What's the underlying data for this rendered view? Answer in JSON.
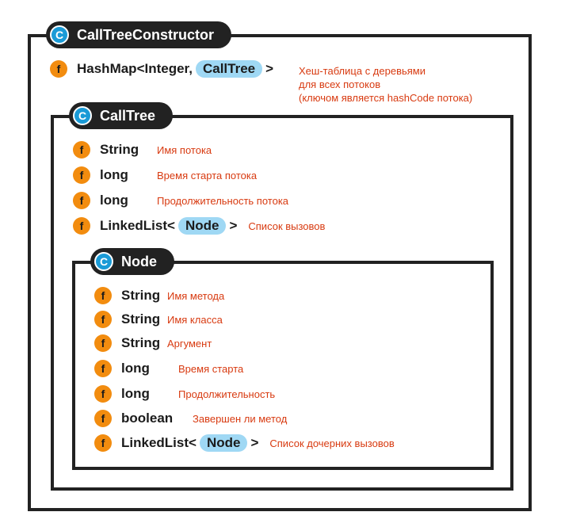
{
  "colors": {
    "frame": "#222222",
    "class_icon": "#1a9bd7",
    "field_icon": "#f28c0f",
    "pill": "#9fd8f4",
    "description": "#d83a10"
  },
  "icons": {
    "class": "C",
    "field": "f"
  },
  "outer": {
    "title": "CallTreeConstructor",
    "field": {
      "type_prefix": "HashMap<Integer,",
      "generic": "CallTree",
      "type_suffix": ">",
      "desc_lines": [
        "Хеш-таблица с деревьями",
        "для всех потоков",
        "(ключом является hashCode потока)"
      ]
    }
  },
  "calltree": {
    "title": "CallTree",
    "fields": [
      {
        "type": "String",
        "desc": "Имя потока"
      },
      {
        "type": "long",
        "desc": "Время старта потока"
      },
      {
        "type": "long",
        "desc": "Продолжительность потока"
      }
    ],
    "list_field": {
      "type_prefix": "LinkedList<",
      "generic": "Node",
      "type_suffix": ">",
      "desc": "Список вызовов"
    }
  },
  "node": {
    "title": "Node",
    "fields": [
      {
        "type": "String",
        "desc": "Имя метода"
      },
      {
        "type": "String",
        "desc": "Имя класса"
      },
      {
        "type": "String",
        "desc": "Аргумент"
      },
      {
        "type": "long",
        "desc": "Время старта"
      },
      {
        "type": "long",
        "desc": "Продолжительность"
      },
      {
        "type": "boolean",
        "desc": "Завершен ли метод"
      }
    ],
    "list_field": {
      "type_prefix": "LinkedList<",
      "generic": "Node",
      "type_suffix": ">",
      "desc": "Список дочерних вызовов"
    }
  }
}
